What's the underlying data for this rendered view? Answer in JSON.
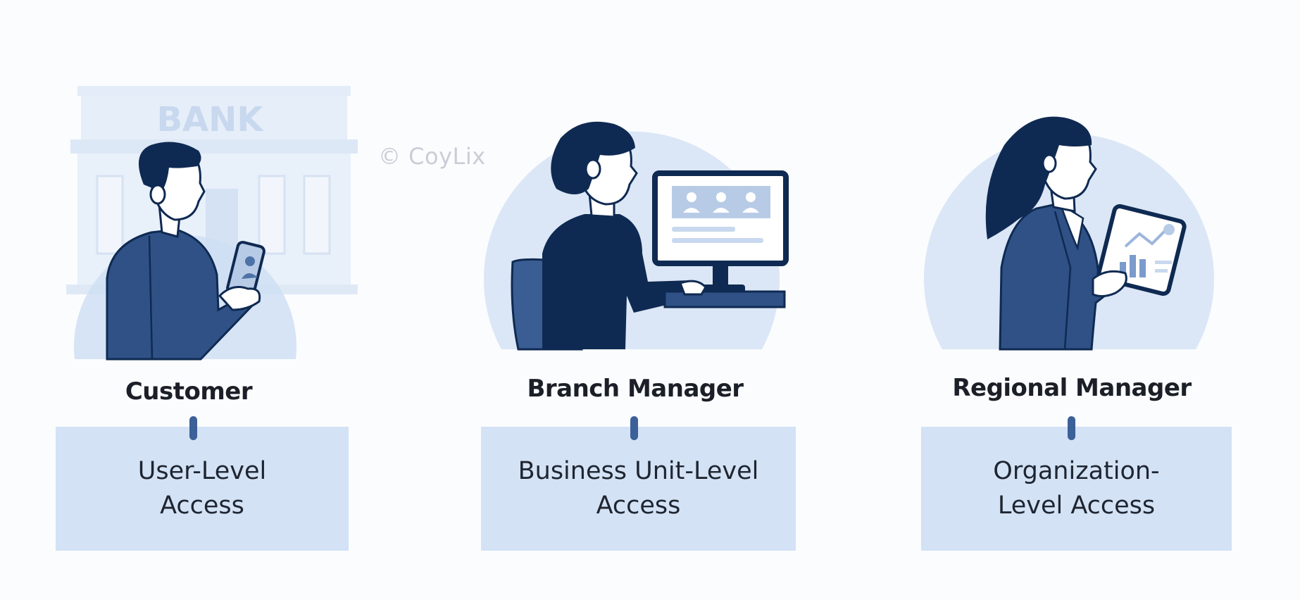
{
  "watermark": "© CoyLix",
  "bank_sign": "BANK",
  "colors": {
    "navy": "#0f2a52",
    "body_blue": "#2f5186",
    "light_circle": "#dbe7f6",
    "box_fill": "#d3e2f5",
    "connector": "#3c6098"
  },
  "roles": [
    {
      "title": "Customer",
      "access_line1": "User-Level",
      "access_line2": "Access",
      "icon": "customer-with-phone-icon"
    },
    {
      "title": "Branch Manager",
      "access_line1": "Business Unit-Level",
      "access_line2": "Access",
      "icon": "manager-at-computer-icon"
    },
    {
      "title": "Regional Manager",
      "access_line1": "Organization-",
      "access_line2": "Level Access",
      "icon": "executive-with-tablet-icon"
    }
  ]
}
